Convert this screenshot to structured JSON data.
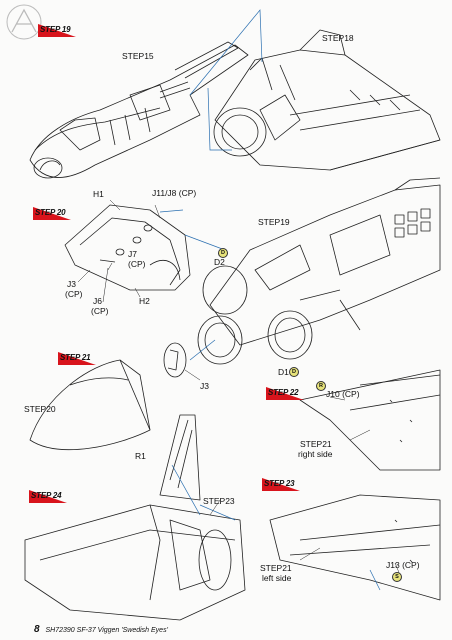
{
  "steps": {
    "s19": "STEP 19",
    "s20": "STEP 20",
    "s21": "STEP 21",
    "s22": "STEP 22",
    "s23": "STEP 23",
    "s24": "STEP 24"
  },
  "labels": {
    "step15": "STEP15",
    "step18": "STEP18",
    "h1": "H1",
    "j11j8": "J11/J8 (CP)",
    "j7": "J7",
    "j7cp": "(CP)",
    "j3a": "J3",
    "j3cp": "(CP)",
    "j6": "J6",
    "j6cp": "(CP)",
    "h2": "H2",
    "step19": "STEP19",
    "d2": "D2",
    "d1": "D1",
    "step20": "STEP20",
    "j3b": "J3",
    "r1": "R1",
    "j10": "J10 (CP)",
    "step21r": "STEP21",
    "right_side": "right side",
    "step23": "STEP23",
    "step21l": "STEP21",
    "left_side": "left side",
    "j13": "J13 (CP)"
  },
  "badges": {
    "d2": "D",
    "d1": "D",
    "j10": "R",
    "j13": "S"
  },
  "footer": {
    "page": "8",
    "text": "SH72390  SF-37 Viggen 'Swedish Eyes'"
  },
  "colors": {
    "accent_red": "#d8141c",
    "guide_blue": "#2a6fb0",
    "badge_yellow": "#e6e27a"
  }
}
